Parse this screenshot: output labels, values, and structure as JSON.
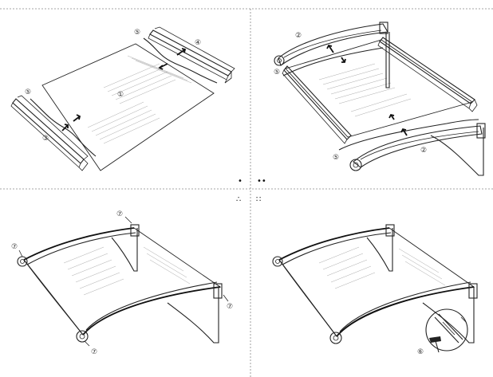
{
  "callouts": {
    "panel_sheet": "①",
    "bracket": "②",
    "bottom_rail": "③",
    "top_rail": "④",
    "seal_strip": "⑤",
    "hammer_tool": "⑥",
    "end_cap": "⑦"
  },
  "step_markers": {
    "step1": "•",
    "step2": "••",
    "step3": "∴",
    "step4": "∷"
  },
  "colors": {
    "line": "#222222",
    "panel_hatch": "#aaaaaa",
    "divider": "#888888"
  }
}
